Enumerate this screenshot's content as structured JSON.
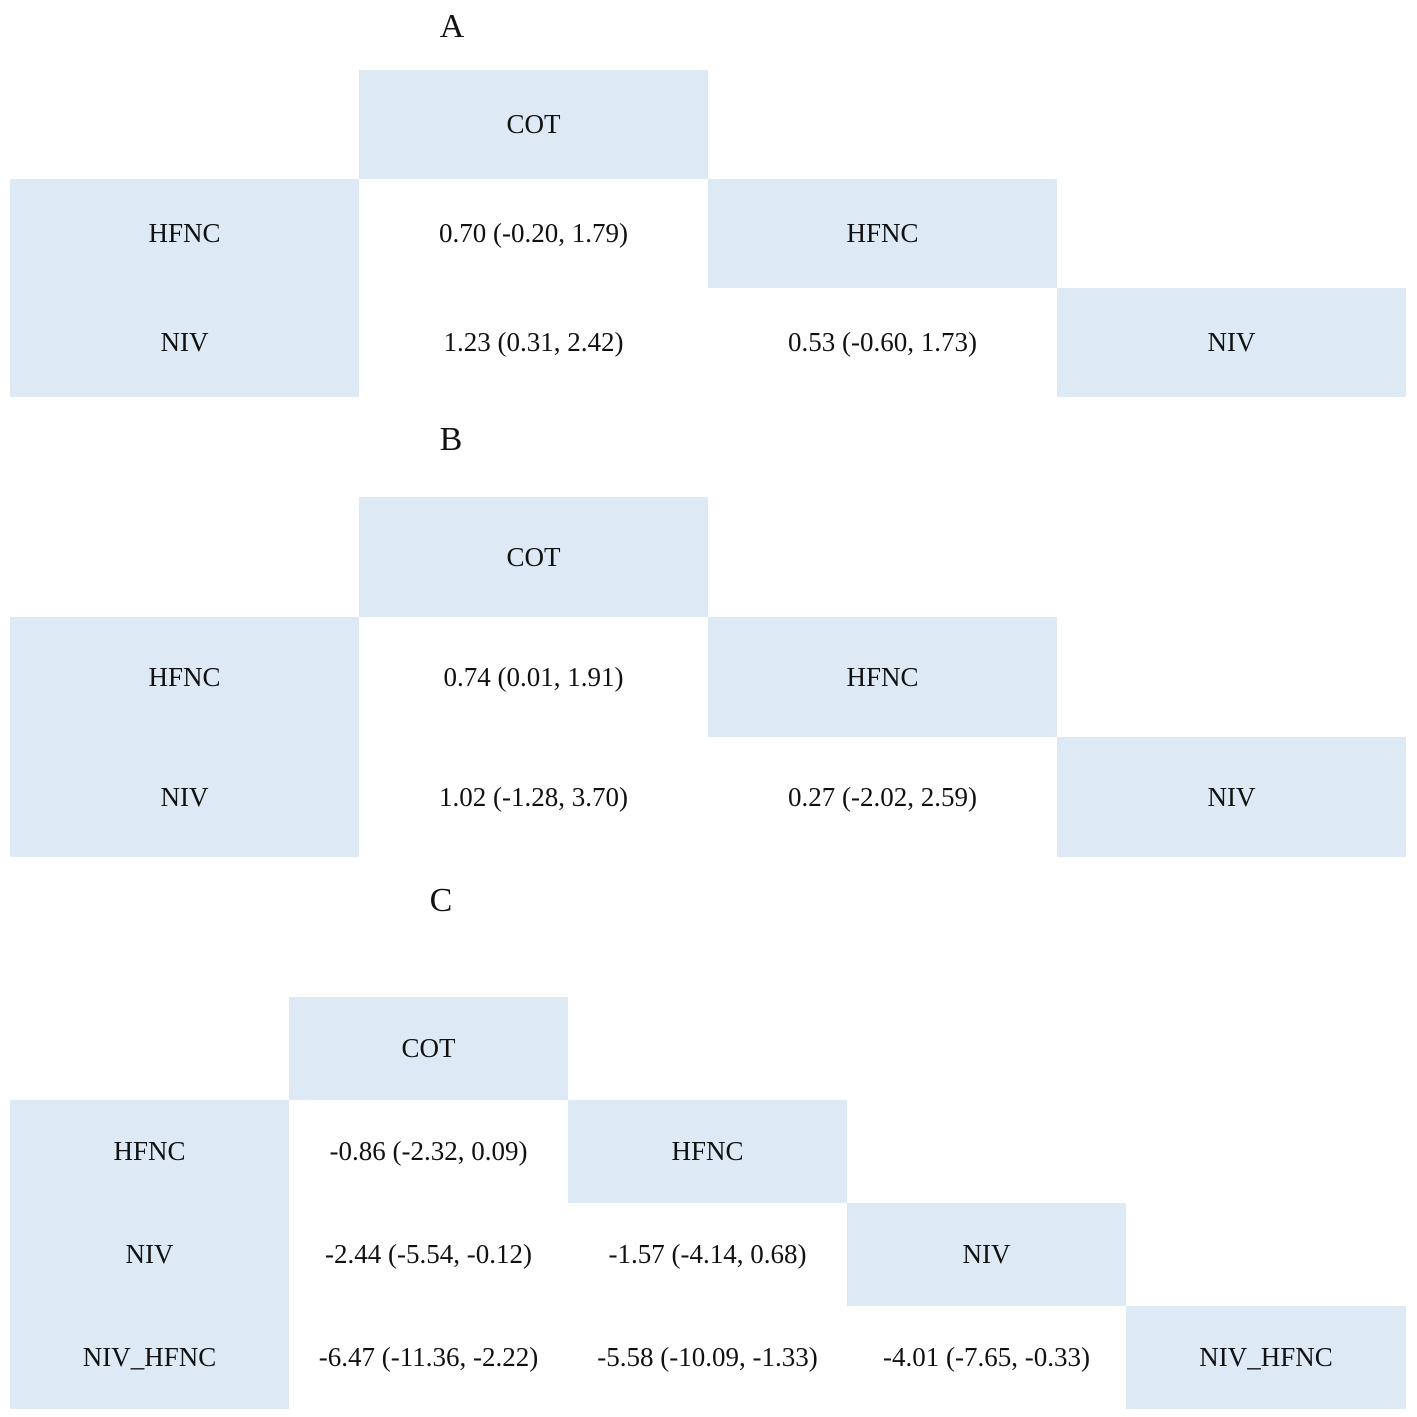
{
  "panels": [
    {
      "label": "A",
      "treatments": [
        "COT",
        "HFNC",
        "NIV"
      ],
      "comparisons": [
        {
          "row": "HFNC",
          "col": "COT",
          "value": "0.70 (-0.20, 1.79)"
        },
        {
          "row": "NIV",
          "col": "COT",
          "value": "1.23 (0.31, 2.42)"
        },
        {
          "row": "NIV",
          "col": "HFNC",
          "value": "0.53 (-0.60, 1.73)"
        }
      ]
    },
    {
      "label": "B",
      "treatments": [
        "COT",
        "HFNC",
        "NIV"
      ],
      "comparisons": [
        {
          "row": "HFNC",
          "col": "COT",
          "value": "0.74 (0.01, 1.91)"
        },
        {
          "row": "NIV",
          "col": "COT",
          "value": "1.02 (-1.28, 3.70)"
        },
        {
          "row": "NIV",
          "col": "HFNC",
          "value": "0.27 (-2.02, 2.59)"
        }
      ]
    },
    {
      "label": "C",
      "treatments": [
        "COT",
        "HFNC",
        "NIV",
        "NIV_HFNC"
      ],
      "comparisons": [
        {
          "row": "HFNC",
          "col": "COT",
          "value": "-0.86 (-2.32, 0.09)"
        },
        {
          "row": "NIV",
          "col": "COT",
          "value": "-2.44 (-5.54, -0.12)"
        },
        {
          "row": "NIV",
          "col": "HFNC",
          "value": "-1.57 (-4.14, 0.68)"
        },
        {
          "row": "NIV_HFNC",
          "col": "COT",
          "value": "-6.47 (-11.36, -2.22)"
        },
        {
          "row": "NIV_HFNC",
          "col": "HFNC",
          "value": "-5.58 (-10.09, -1.33)"
        },
        {
          "row": "NIV_HFNC",
          "col": "NIV",
          "value": "-4.01 (-7.65, -0.33)"
        }
      ]
    }
  ]
}
